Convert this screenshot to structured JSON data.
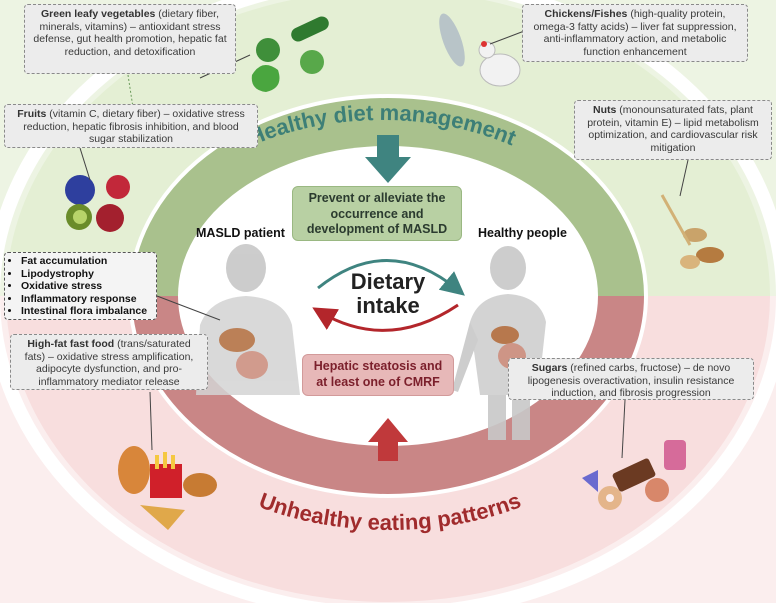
{
  "healthy_title": "Healthy diet management",
  "unhealthy_title": "Unhealthy eating patterns",
  "prevent_text": "Prevent or alleviate the occurrence and development of MASLD",
  "steatosis_text": "Hepatic steatosis and at least one of CMRF",
  "dietary_intake": "Dietary intake",
  "masld_label": "MASLD patient",
  "healthy_label": "Healthy people",
  "masld_factors": [
    "Fat accumulation",
    "Lipodystrophy",
    "Oxidative stress",
    "Inflammatory response",
    "Intestinal flora imbalance"
  ],
  "notes": {
    "green_leafy": {
      "title": "Green leafy vegetables",
      "text": " (dietary fiber, minerals, vitamins) – antioxidant stress defense, gut health promotion, hepatic fat reduction, and detoxification"
    },
    "chickens": {
      "title": "Chickens/Fishes",
      "text": " (high-quality protein, omega-3 fatty acids) – liver fat suppression, anti-inflammatory action, and metabolic function enhancement"
    },
    "fruits": {
      "title": "Fruits",
      "text": " (vitamin C, dietary fiber) – oxidative stress reduction, hepatic fibrosis inhibition, and blood sugar stabilization"
    },
    "nuts": {
      "title": "Nuts",
      "text": " (monounsaturated fats, plant protein, vitamin E) – lipid metabolism optimization, and cardiovascular risk mitigation"
    },
    "high_fat": {
      "title": "High-fat fast food",
      "text": " (trans/saturated fats) – oxidative stress amplification, adipocyte dysfunction, and pro-inflammatory mediator release"
    },
    "sugars": {
      "title": "Sugars",
      "text": " (refined carbs, fructose) – de novo lipogenesis overactivation, insulin resistance induction, and fibrosis progression"
    }
  },
  "colors": {
    "healthy_outer": "#e6f0d7",
    "healthy_ring": "#a8c08c",
    "healthy_title": "#3d7f77",
    "unhealthy_outer": "#f9e3e3",
    "unhealthy_ring": "#c88080",
    "unhealthy_title": "#9e2a2b",
    "arrow_teal": "#3f8480",
    "arrow_red": "#c0393b"
  }
}
